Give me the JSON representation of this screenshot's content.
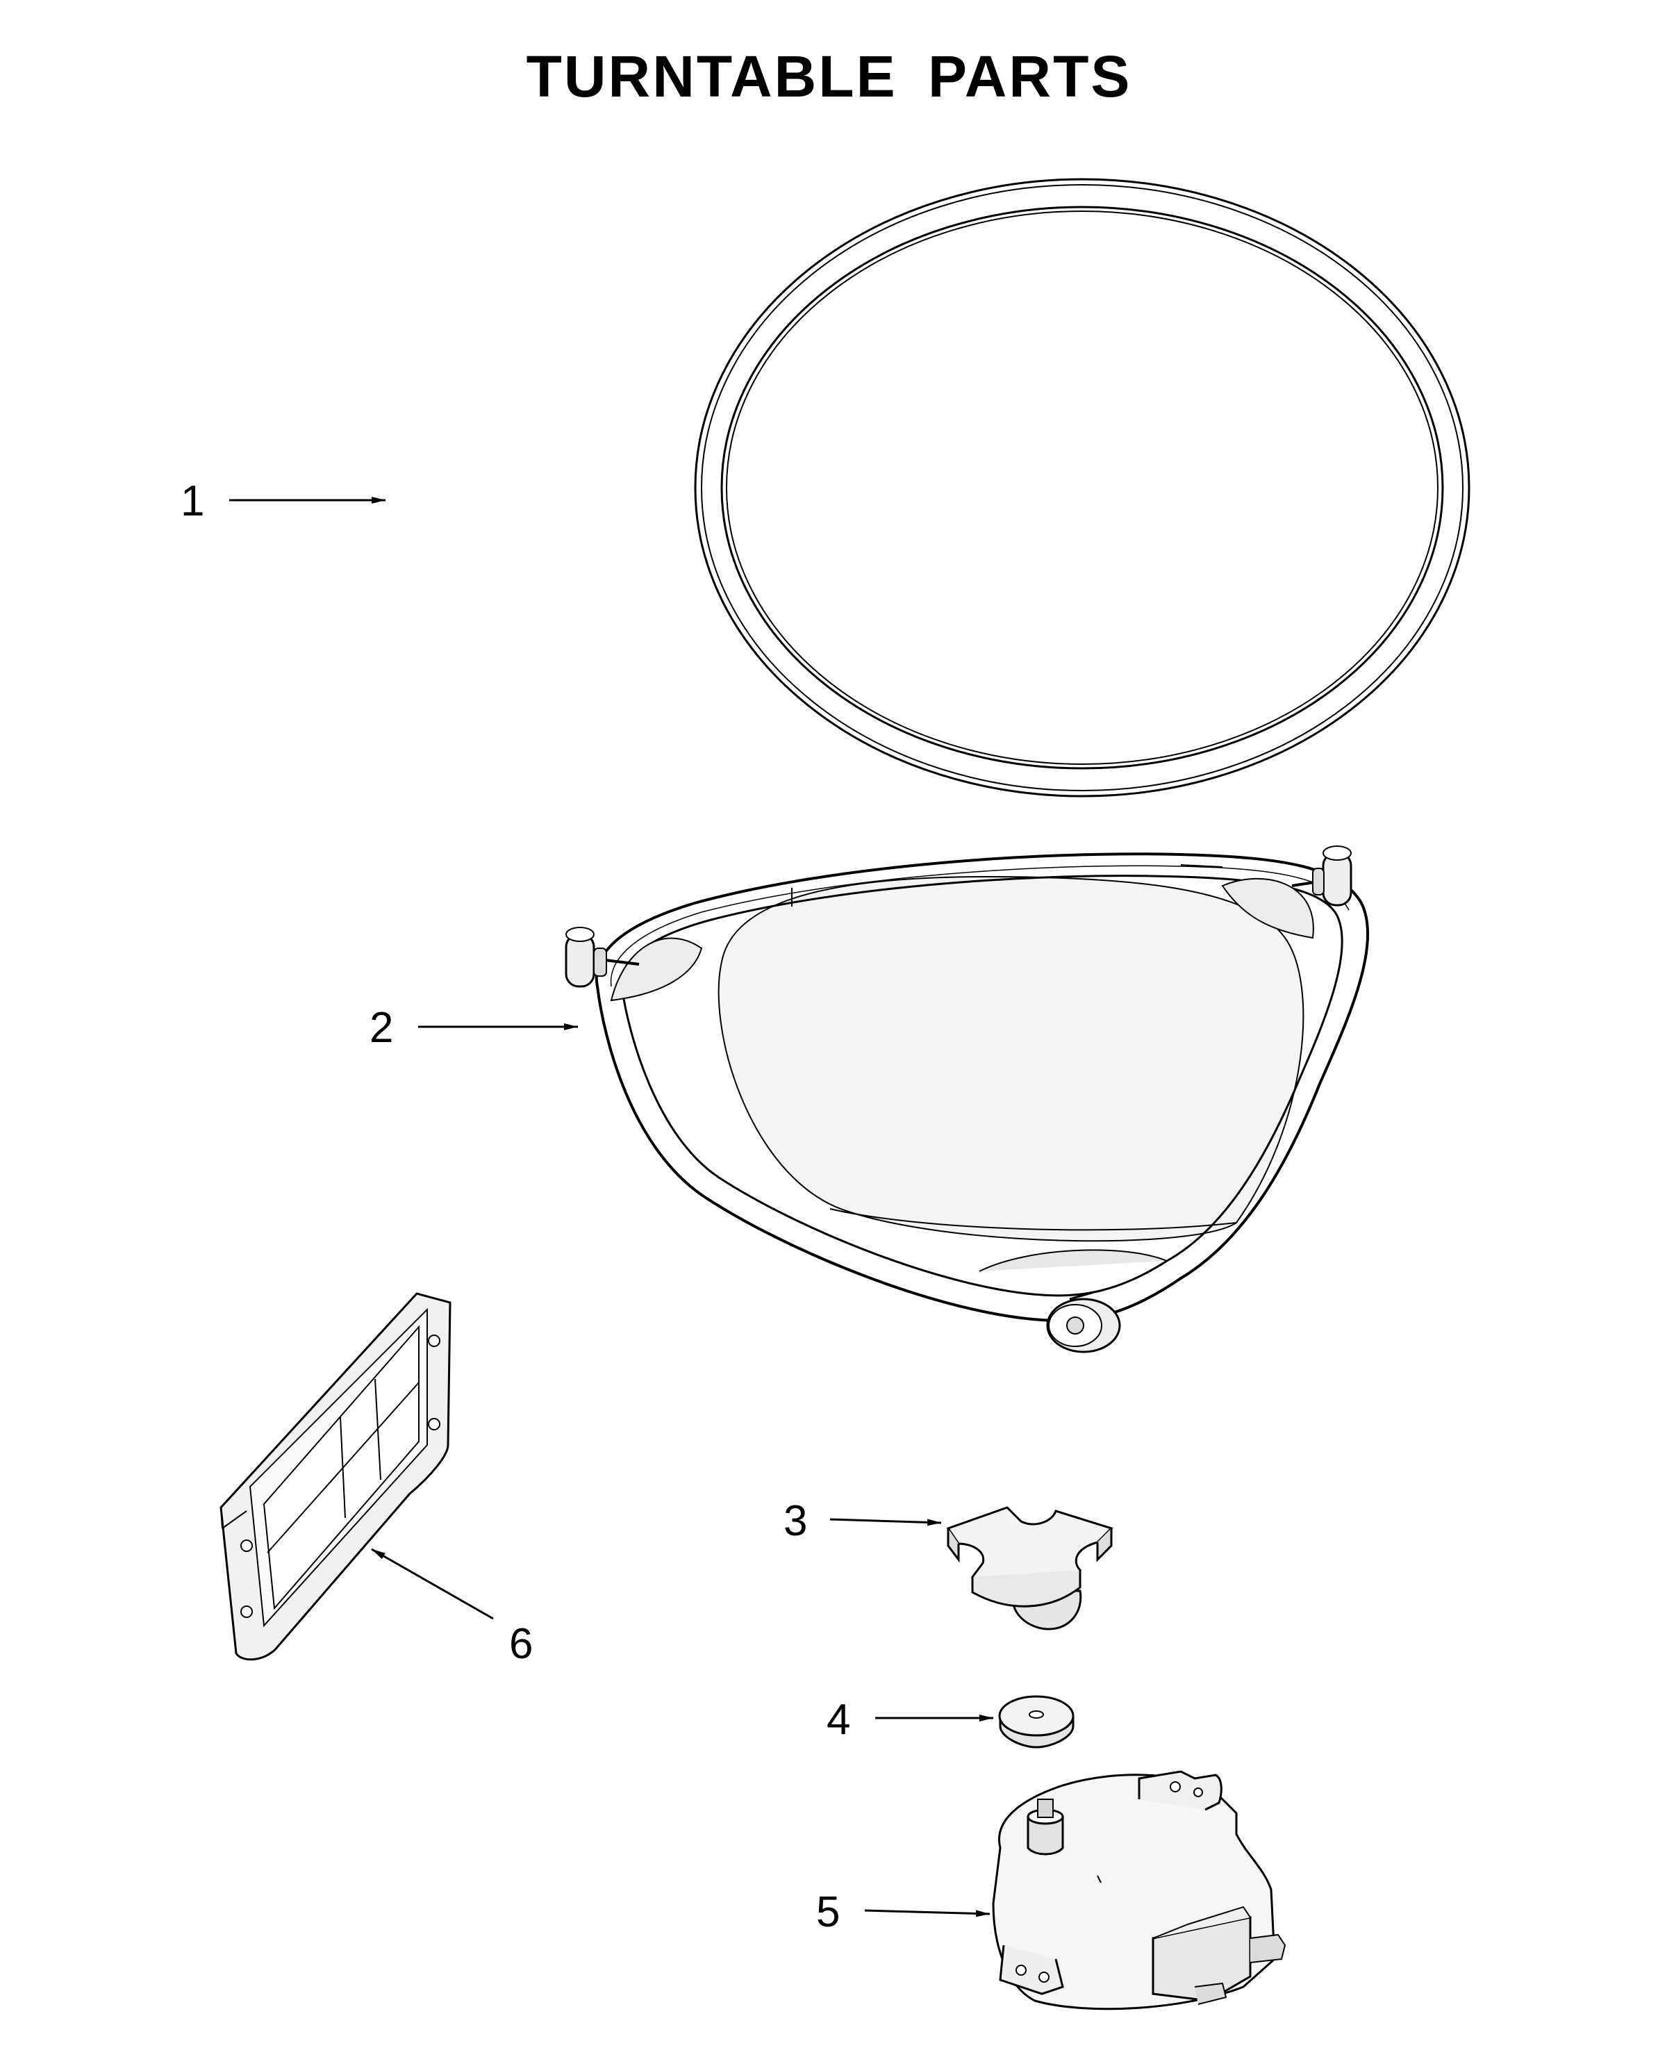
{
  "title": "TURNTABLE PARTS",
  "colors": {
    "line": "#000000",
    "background": "#ffffff",
    "fill_light": "#f2f2f2",
    "fill_mid": "#e3e3e3"
  },
  "parts": [
    {
      "number": "1",
      "icon": "glass-tray-icon"
    },
    {
      "number": "2",
      "icon": "roller-support-icon"
    },
    {
      "number": "3",
      "icon": "coupler-icon"
    },
    {
      "number": "4",
      "icon": "washer-icon"
    },
    {
      "number": "5",
      "icon": "turntable-motor-icon"
    },
    {
      "number": "6",
      "icon": "waveguide-cover-icon"
    }
  ]
}
